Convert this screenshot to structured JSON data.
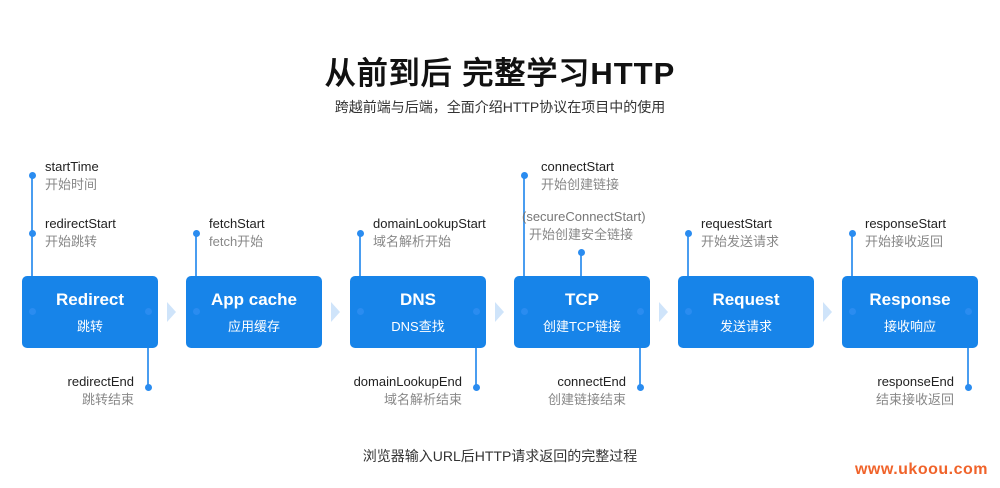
{
  "header": {
    "title": "从前到后 完整学习HTTP",
    "subtitle": "跨越前端与后端，全面介绍HTTP协议在项目中的使用"
  },
  "caption": "浏览器输入URL后HTTP请求返回的完整过程",
  "watermark": "www.ukoou.com",
  "stages": [
    {
      "name": "Redirect",
      "sub": "跳转"
    },
    {
      "name": "App cache",
      "sub": "应用缓存"
    },
    {
      "name": "DNS",
      "sub": "DNS查找"
    },
    {
      "name": "TCP",
      "sub": "创建TCP链接"
    },
    {
      "name": "Request",
      "sub": "发送请求"
    },
    {
      "name": "Response",
      "sub": "接收响应"
    }
  ],
  "timings": {
    "startTime": {
      "key": "startTime",
      "desc": "开始时间"
    },
    "redirectStart": {
      "key": "redirectStart",
      "desc": "开始跳转"
    },
    "redirectEnd": {
      "key": "redirectEnd",
      "desc": "跳转结束"
    },
    "fetchStart": {
      "key": "fetchStart",
      "desc": "fetch开始"
    },
    "domainLookupStart": {
      "key": "domainLookupStart",
      "desc": "域名解析开始"
    },
    "domainLookupEnd": {
      "key": "domainLookupEnd",
      "desc": "域名解析结束"
    },
    "connectStart": {
      "key": "connectStart",
      "desc": "开始创建链接"
    },
    "secureConnectStart": {
      "key": "(secureConnectStart)",
      "desc": "开始创建安全链接"
    },
    "connectEnd": {
      "key": "connectEnd",
      "desc": "创建链接结束"
    },
    "requestStart": {
      "key": "requestStart",
      "desc": "开始发送请求"
    },
    "responseStart": {
      "key": "responseStart",
      "desc": "开始接收返回"
    },
    "responseEnd": {
      "key": "responseEnd",
      "desc": "结束接收返回"
    }
  },
  "colors": {
    "box": "#1784e9",
    "line": "#4a9df0",
    "chevron": "#cfe4fa",
    "watermark": "#f0632a"
  }
}
